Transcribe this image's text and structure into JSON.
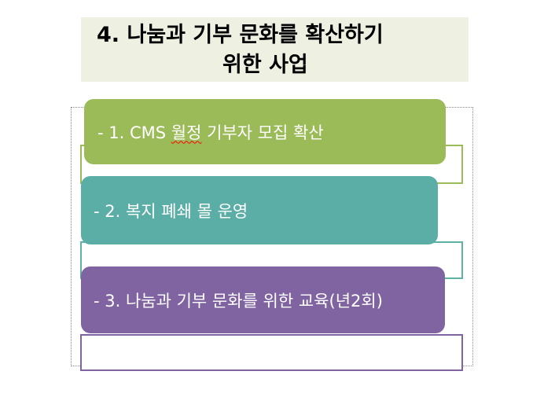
{
  "slide": {
    "title_line1": "4. 나눔과 기부 문화를 확산하기",
    "title_line2": "위한 사업"
  },
  "items": [
    {
      "label_prefix": "- 1. CMS ",
      "label_spellcheck": "월정",
      "label_suffix": " 기부자 모집 확산",
      "color": "#9bbb59"
    },
    {
      "label": "- 2. 복지 폐쇄 몰 운영",
      "color": "#5aaea5"
    },
    {
      "label": "- 3. 나눔과 기부 문화를 위한 교육(년2회)",
      "color": "#8064a2"
    }
  ]
}
